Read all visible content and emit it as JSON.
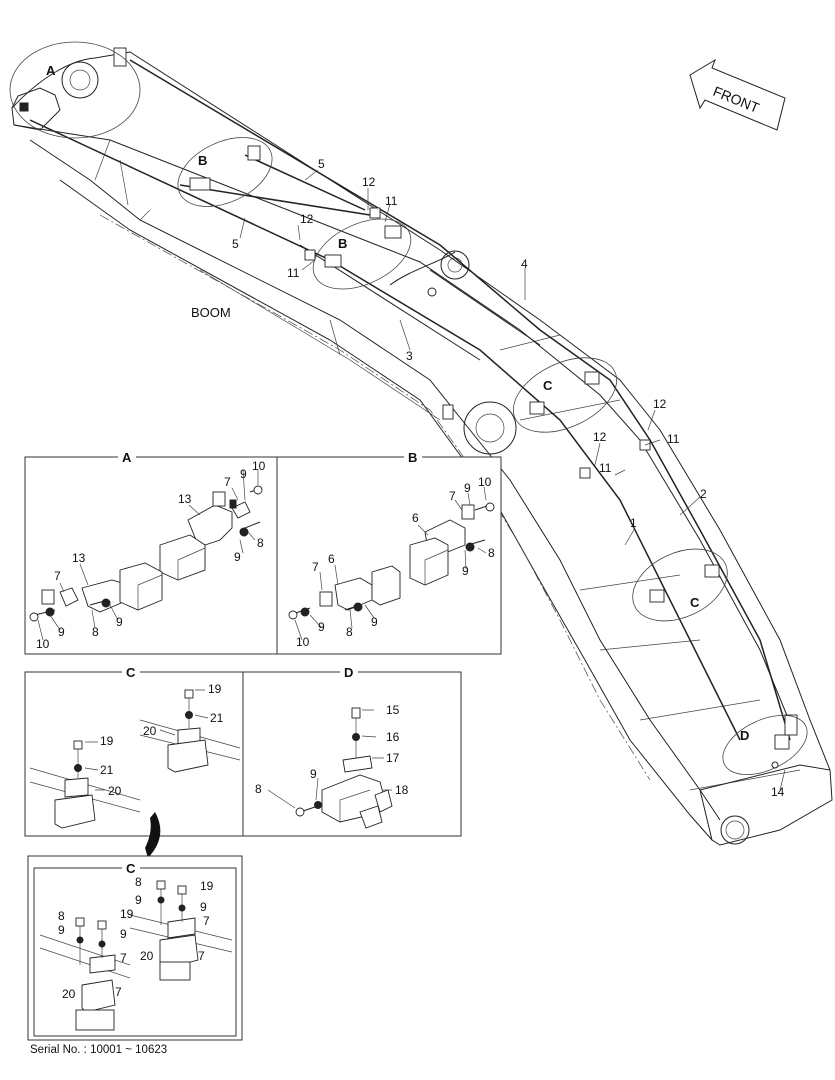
{
  "diagram": {
    "main_label": "BOOM",
    "direction_label": "FRONT",
    "serial_text": "Serial No. : 10001 ~ 10623",
    "main_callouts": {
      "detail_a": "A",
      "detail_b1": "B",
      "detail_b2": "B",
      "detail_c1": "C",
      "detail_c2": "C",
      "detail_d": "D",
      "p5a": "5",
      "p12a": "12",
      "p11a": "11",
      "p12b": "12",
      "p5b": "5",
      "p11b": "11",
      "p4": "4",
      "p3": "3",
      "p12c": "12",
      "p11c": "11",
      "p12d": "12",
      "p11d": "11",
      "p2": "2",
      "p1": "1",
      "p14": "14"
    },
    "panel_a": {
      "title": "A",
      "callouts": {
        "c13a": "13",
        "c7a": "7",
        "c9a": "9",
        "c10a": "10",
        "c8a": "8",
        "c9b": "9",
        "c13b": "13",
        "c7b": "7",
        "c9c": "9",
        "c8b": "8",
        "c9d": "9",
        "c10b": "10"
      }
    },
    "panel_b": {
      "title": "B",
      "callouts": {
        "c6a": "6",
        "c7a": "7",
        "c9a": "9",
        "c10a": "10",
        "c8a": "8",
        "c9b": "9",
        "c6b": "6",
        "c7b": "7",
        "c9c": "9",
        "c8b": "8",
        "c9d": "9",
        "c10b": "10"
      }
    },
    "panel_c": {
      "title": "C",
      "callouts": {
        "c19a": "19",
        "c21a": "21",
        "c20a": "20",
        "c19b": "19",
        "c21b": "21",
        "c20b": "20"
      }
    },
    "panel_d": {
      "title": "D",
      "callouts": {
        "c15": "15",
        "c16": "16",
        "c17": "17",
        "c18": "18",
        "c8": "8",
        "c9": "9"
      }
    },
    "panel_c2": {
      "title": "C",
      "callouts": {
        "c8a": "8",
        "c19a": "19",
        "c9a": "9",
        "c9b": "9",
        "c7a": "7",
        "c8b": "8",
        "c19b": "19",
        "c9c": "9",
        "c9d": "9",
        "c20a": "20",
        "c7b": "7",
        "c7c": "7",
        "c20b": "20",
        "c7d": "7"
      }
    }
  }
}
